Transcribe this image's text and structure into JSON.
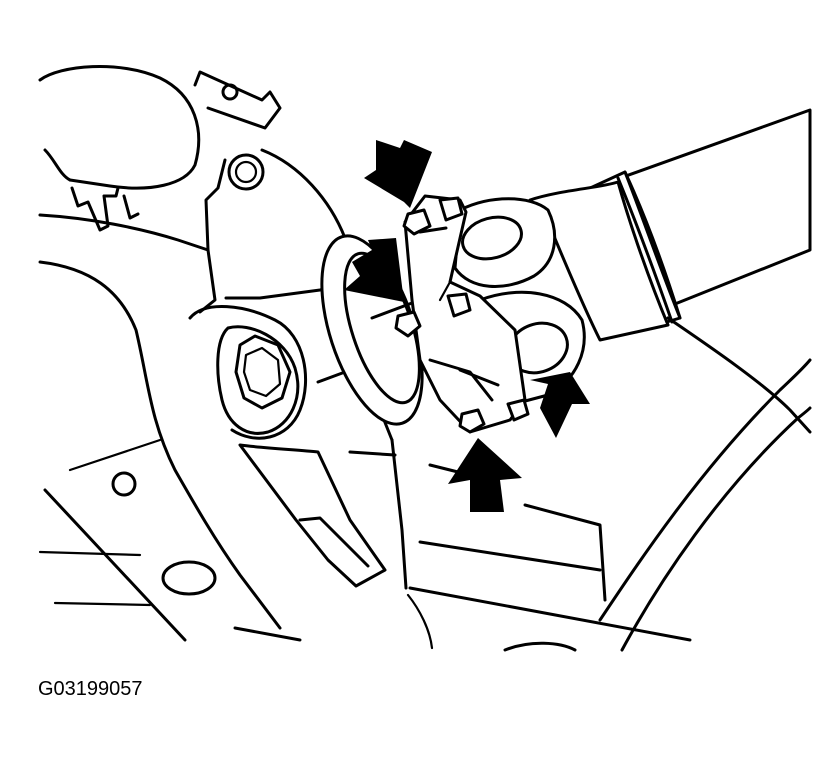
{
  "figure": {
    "id_code": "G03199057",
    "callout_arrows": [
      {
        "name": "arrow-top",
        "points_to": "upper-flange-bolt"
      },
      {
        "name": "arrow-middle",
        "points_to": "middle-flange-bolt"
      },
      {
        "name": "arrow-lower-right",
        "points_to": "right-flange-bolt"
      },
      {
        "name": "arrow-bottom",
        "points_to": "lower-flange-bolt"
      }
    ],
    "colors": {
      "line": "#000000",
      "background": "#ffffff"
    }
  }
}
